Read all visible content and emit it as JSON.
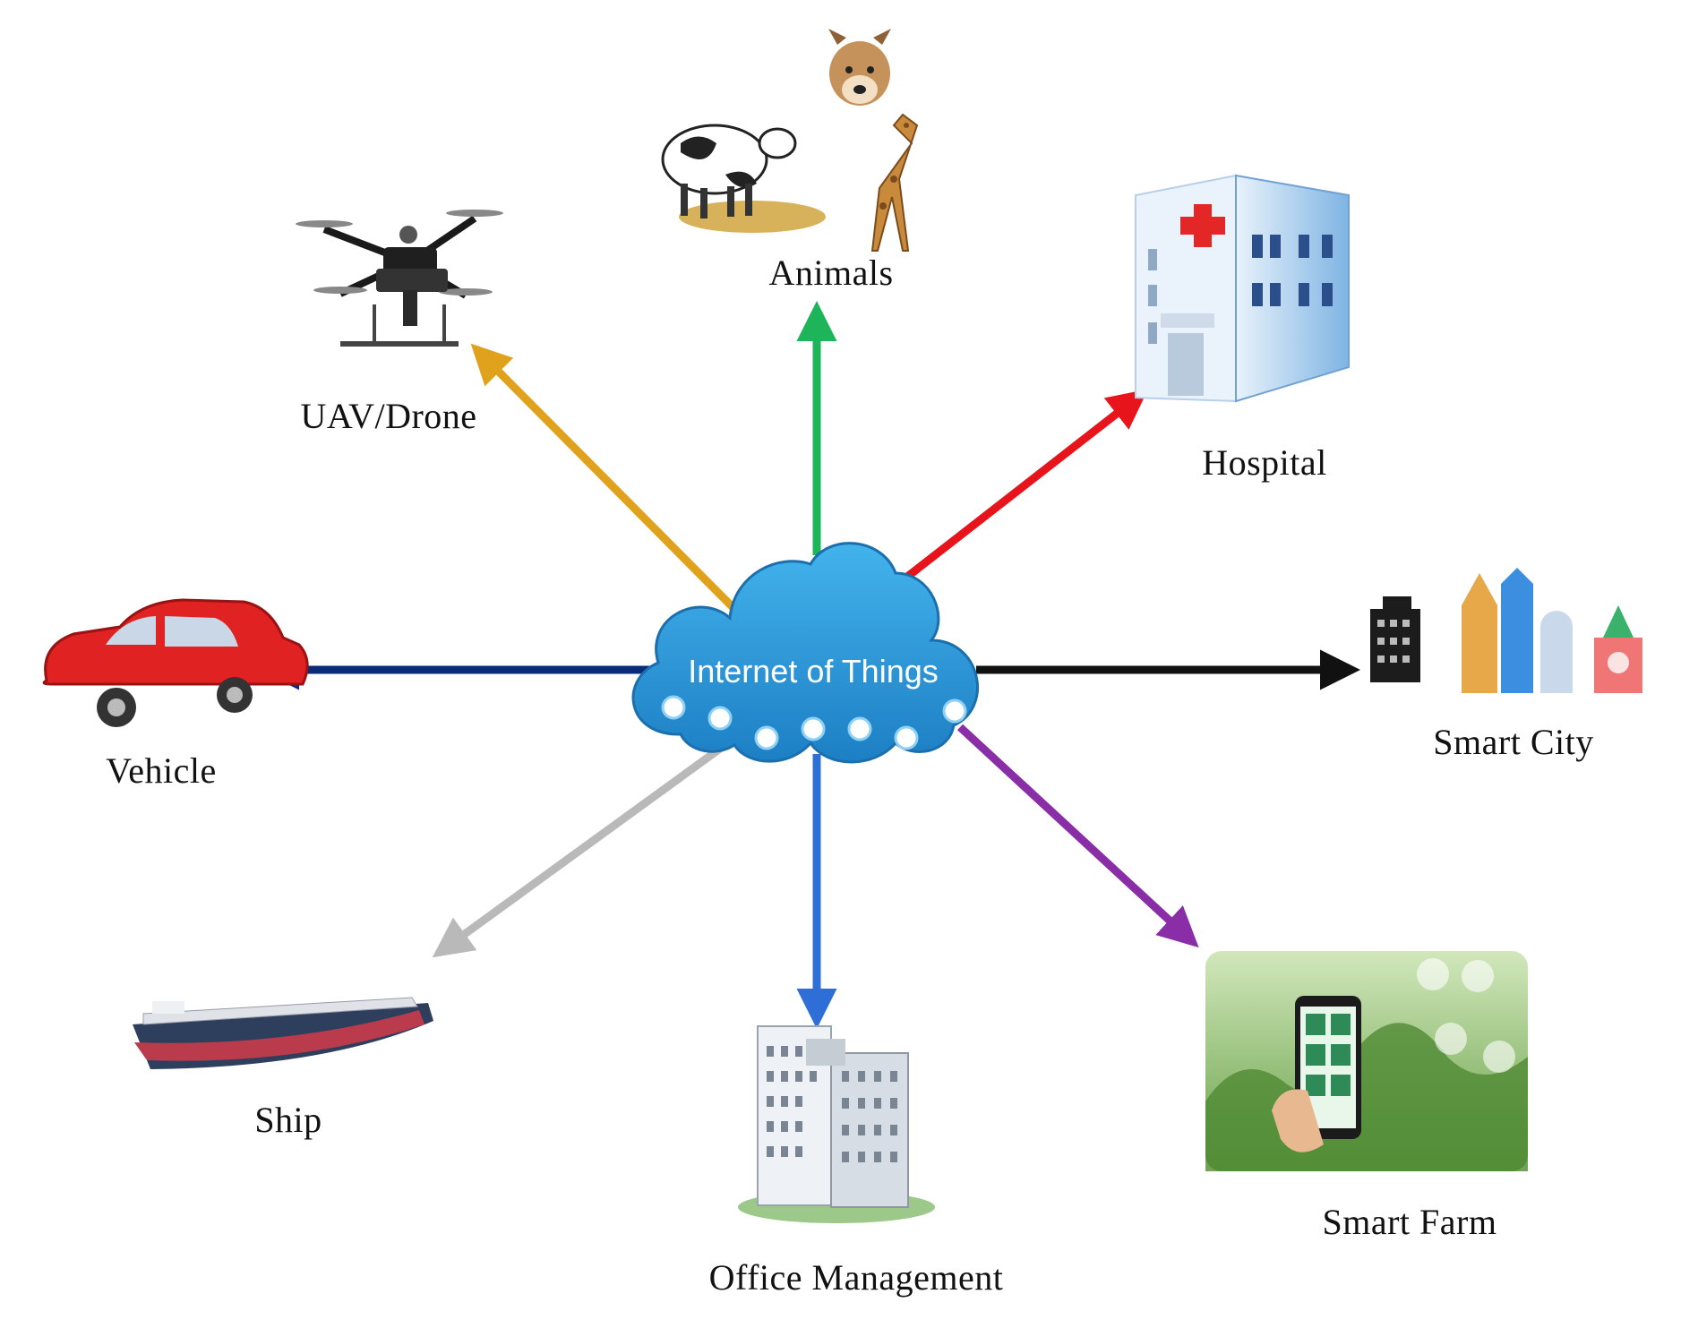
{
  "hub": {
    "label": "Internet of Things",
    "color": "#2f9ad8",
    "icons": [
      "globe-icon",
      "gear-icon",
      "home-icon",
      "share-icon",
      "cart-icon",
      "lock-icon",
      "cloud-icon"
    ]
  },
  "nodes": [
    {
      "id": "animals",
      "label": "Animals",
      "arrow_color": "#1db45a",
      "icon": "animals-icon"
    },
    {
      "id": "uav",
      "label": "UAV/Drone",
      "arrow_color": "#e0a21c",
      "icon": "drone-icon"
    },
    {
      "id": "hospital",
      "label": "Hospital",
      "arrow_color": "#e8141c",
      "icon": "hospital-icon"
    },
    {
      "id": "vehicle",
      "label": "Vehicle",
      "arrow_color": "#0a2a7a",
      "icon": "car-icon"
    },
    {
      "id": "smartcity",
      "label": "Smart City",
      "arrow_color": "#111111",
      "icon": "city-icon"
    },
    {
      "id": "ship",
      "label": "Ship",
      "arrow_color": "#b9b9b9",
      "icon": "ship-icon"
    },
    {
      "id": "office",
      "label": "Office Management",
      "arrow_color": "#2d6fd6",
      "icon": "office-building-icon"
    },
    {
      "id": "smartfarm",
      "label": "Smart Farm",
      "arrow_color": "#8a2ea8",
      "icon": "smart-farm-icon"
    }
  ]
}
